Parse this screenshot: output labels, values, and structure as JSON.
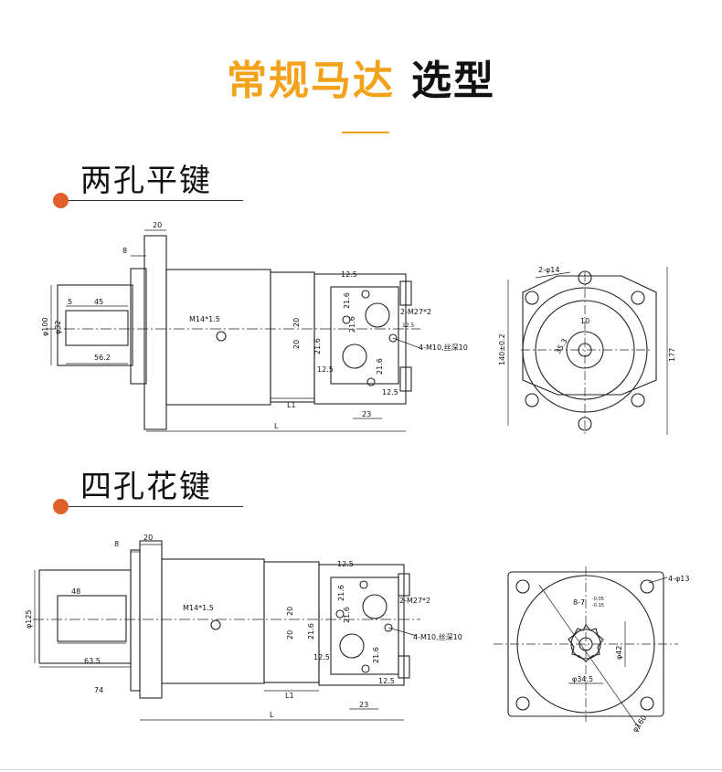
{
  "header": {
    "title_accent": "常规马达",
    "title_dark": "选型",
    "accent_color": "#f3a21c",
    "bullet_color": "#e0602a"
  },
  "section1": {
    "heading": "两孔平键",
    "side": {
      "dim_20": "20",
      "dim_8": "8",
      "dim_45": "45",
      "dim_5": "5",
      "dim_56_2": "56.2",
      "dia_100": "φ100",
      "dia_32": "φ32",
      "port_thread": "M14*1.5",
      "dim_12_5_top": "12.5",
      "dim_21_6_a": "21.6",
      "dim_20_a": "20",
      "dim_21_6_b": "21.6",
      "dim_20_b": "20",
      "dim_21_6_c": "21.6",
      "dim_12_5_mid": "12.5",
      "port_m27": "2-M27*2",
      "dim_12_5_small": "12.5",
      "port_m10": "4-M10,丝深10",
      "dim_21_6_d": "21.6",
      "dim_12_5_bot": "12.5",
      "dim_L1": "L1",
      "dim_23": "23",
      "dim_L": "L"
    },
    "front": {
      "holes": "2-φ14",
      "dim_10": "10",
      "dim_35_3": "35.3",
      "dim_140": "140±0.2",
      "dim_177": "177"
    }
  },
  "section2": {
    "heading": "四孔花键",
    "side": {
      "dim_20": "20",
      "dim_8": "8",
      "dim_48": "48",
      "dia_125": "φ125",
      "dim_63_5": "63.5",
      "dim_74": "74",
      "port_thread": "M14*1.5",
      "dim_12_5_top": "12.5",
      "dim_21_6_a": "21.6",
      "dim_20_a": "20",
      "dim_21_6_b": "21.6",
      "dim_20_b": "20",
      "dim_21_6_c": "21.6",
      "dim_12_5_mid": "12.5",
      "port_m27": "2-M27*2",
      "port_m10": "4-M10,丝深10",
      "dim_21_6_d": "21.6",
      "dim_12_5_bot": "12.5",
      "dim_L1": "L1",
      "dim_23": "23",
      "dim_L": "L"
    },
    "front": {
      "holes": "4-φ13",
      "spline": "8-7",
      "tol_upper": "-0.05",
      "tol_lower": "-0.15",
      "dia_42": "φ42",
      "dia_34_5": "φ34.5",
      "dia_160": "φ160"
    }
  }
}
